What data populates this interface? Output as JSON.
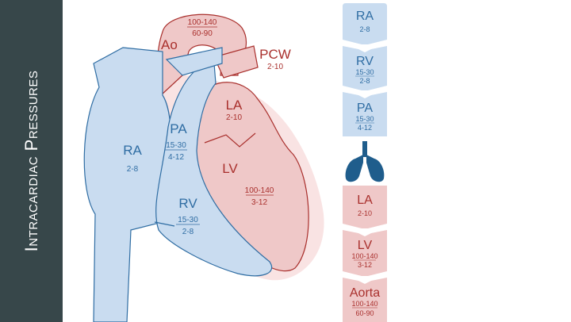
{
  "title": "Intracardiac Pressures",
  "colors": {
    "blue": "#c9dcf0",
    "blue_edge": "#2f6da3",
    "red": "#efc8c8",
    "red_edge": "#a9302d",
    "lung": "#1f5d8c",
    "sidebar": "#37474a"
  },
  "heart": {
    "ao": {
      "label": "Ao",
      "sys": "100-140",
      "dia": "60-90"
    },
    "pcw": {
      "label": "PCW",
      "value": "2-10"
    },
    "la": {
      "label": "LA",
      "value": "2-10"
    },
    "ra": {
      "label": "RA",
      "value": "2-8"
    },
    "pa": {
      "label": "PA",
      "sys": "15-30",
      "dia": "4-12"
    },
    "lv": {
      "label": "LV",
      "sys": "100-140",
      "dia": "3-12"
    },
    "rv": {
      "label": "RV",
      "sys": "15-30",
      "dia": "2-8"
    }
  },
  "flow": [
    {
      "label": "RA",
      "top": "2-8",
      "bottom": "",
      "color": "blue"
    },
    {
      "label": "RV",
      "top": "15-30",
      "bottom": "2-8",
      "color": "blue"
    },
    {
      "label": "PA",
      "top": "15-30",
      "bottom": "4-12",
      "color": "blue"
    },
    {
      "label": "LA",
      "top": "2-10",
      "bottom": "",
      "color": "red"
    },
    {
      "label": "LV",
      "top": "100-140",
      "bottom": "3-12",
      "color": "red"
    },
    {
      "label": "Aorta",
      "top": "100-140",
      "bottom": "60-90",
      "color": "red"
    }
  ],
  "lungs_icon": "lungs-icon"
}
